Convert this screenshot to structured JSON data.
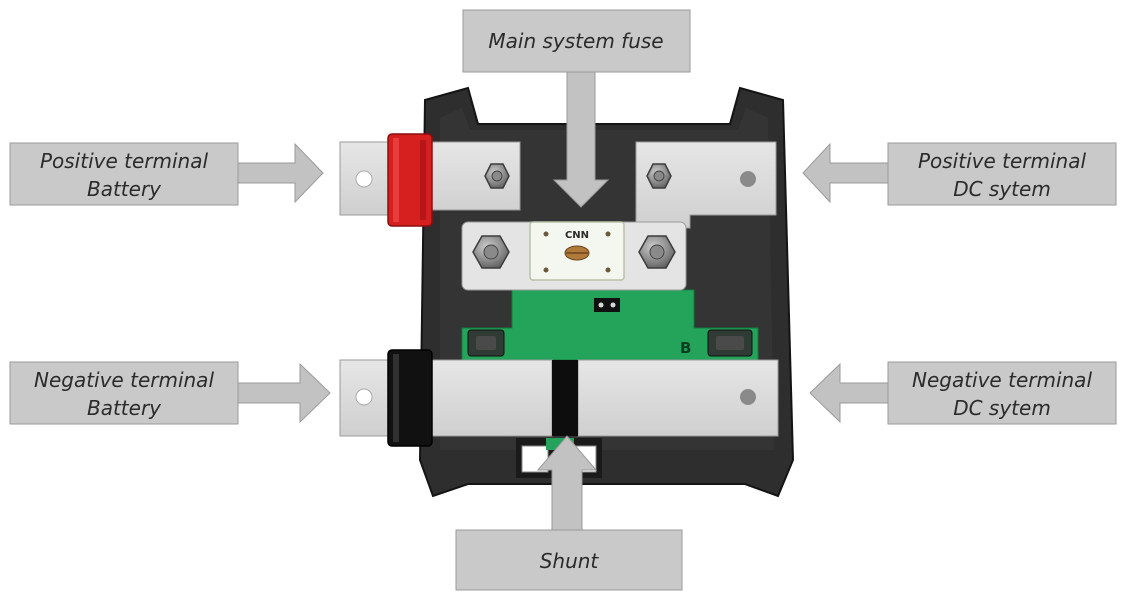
{
  "labels": {
    "main_fuse": "Main system fuse",
    "pos_battery_line1": "Positive terminal",
    "pos_battery_line2": "Battery",
    "pos_dc_line1": "Positive terminal",
    "pos_dc_line2": "DC sytem",
    "neg_battery_line1": "Negative terminal",
    "neg_battery_line2": "Battery",
    "neg_dc_line1": "Negative terminal",
    "neg_dc_line2": "DC sytem",
    "shunt": "Shunt"
  },
  "device": {
    "fuse_marking": "CNN",
    "pcb_marking": "B"
  },
  "colors": {
    "callout_fill": "#c9c9c9",
    "arrow_fill": "#c2c2c2",
    "housing": "#2e2e2e",
    "busbar": "#dcdcdc",
    "pcb": "#23a45a",
    "red_cap": "#d61f1f"
  }
}
